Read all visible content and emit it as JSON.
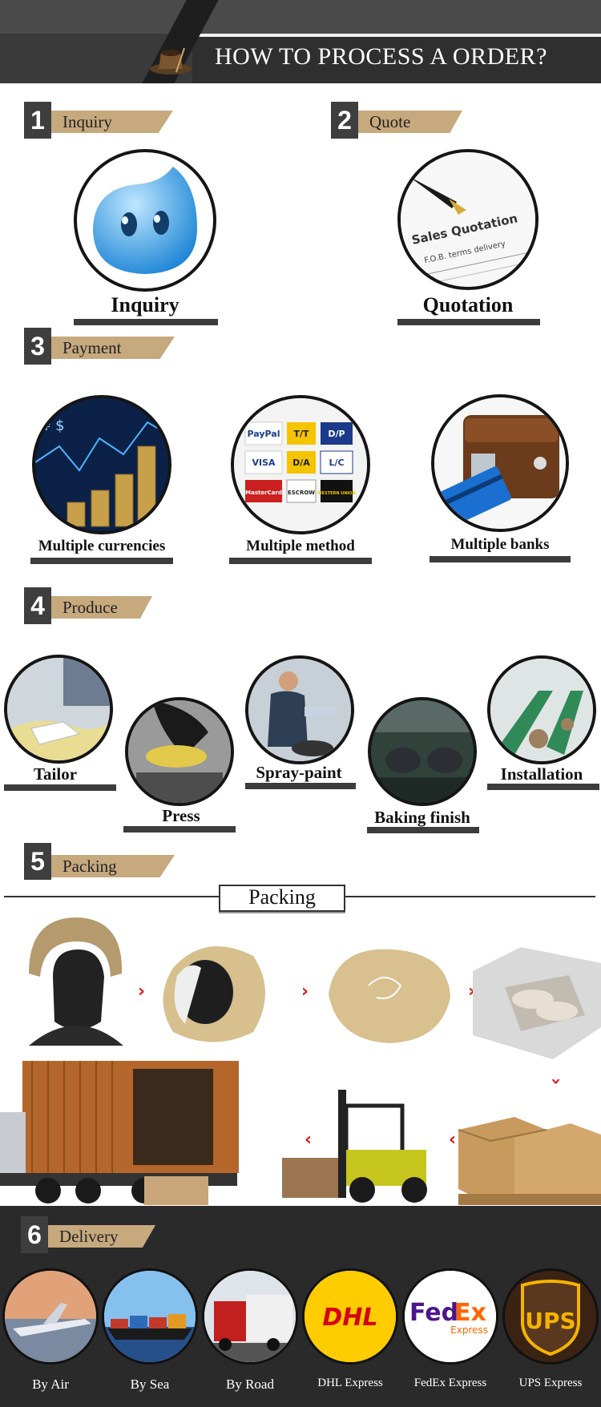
{
  "header": {
    "title": "HOW TO PROCESS A ORDER?"
  },
  "steps": {
    "s1": {
      "num": "1",
      "label": "Inquiry",
      "caption": "Inquiry"
    },
    "s2": {
      "num": "2",
      "label": "Quote",
      "caption": "Quotation",
      "image_text": "Sales Quotation",
      "image_text2": "F.O.B. terms delivery"
    },
    "s3": {
      "num": "3",
      "label": "Payment",
      "items": [
        "Multiple currencies",
        "Multiple method",
        "Multiple banks"
      ],
      "methods": [
        "PayPal",
        "T/T",
        "D/P",
        "VISA",
        "D/A",
        "L/C",
        "MasterCard",
        "ESCROW",
        "WESTERN UNION"
      ]
    },
    "s4": {
      "num": "4",
      "label": "Produce",
      "items": [
        "Tailor",
        "Press",
        "Spray-paint",
        "Baking finish",
        "Installation"
      ]
    },
    "s5": {
      "num": "5",
      "label": "Packing",
      "title": "Packing"
    },
    "s6": {
      "num": "6",
      "label": "Delivery",
      "items": [
        "By Air",
        "By Sea",
        "By Road",
        "DHL Express",
        "FedEx Express",
        "UPS Express"
      ],
      "logos": {
        "dhl": "DHL",
        "fedex_a": "Fed",
        "fedex_b": "Ex",
        "fedex_c": "Express",
        "ups": "UPS"
      }
    }
  },
  "colors": {
    "accent_tag": "#c7a97e",
    "badge": "#3e3e3e",
    "arrow": "#e0161a",
    "dark_band": "#2a2a2a"
  }
}
